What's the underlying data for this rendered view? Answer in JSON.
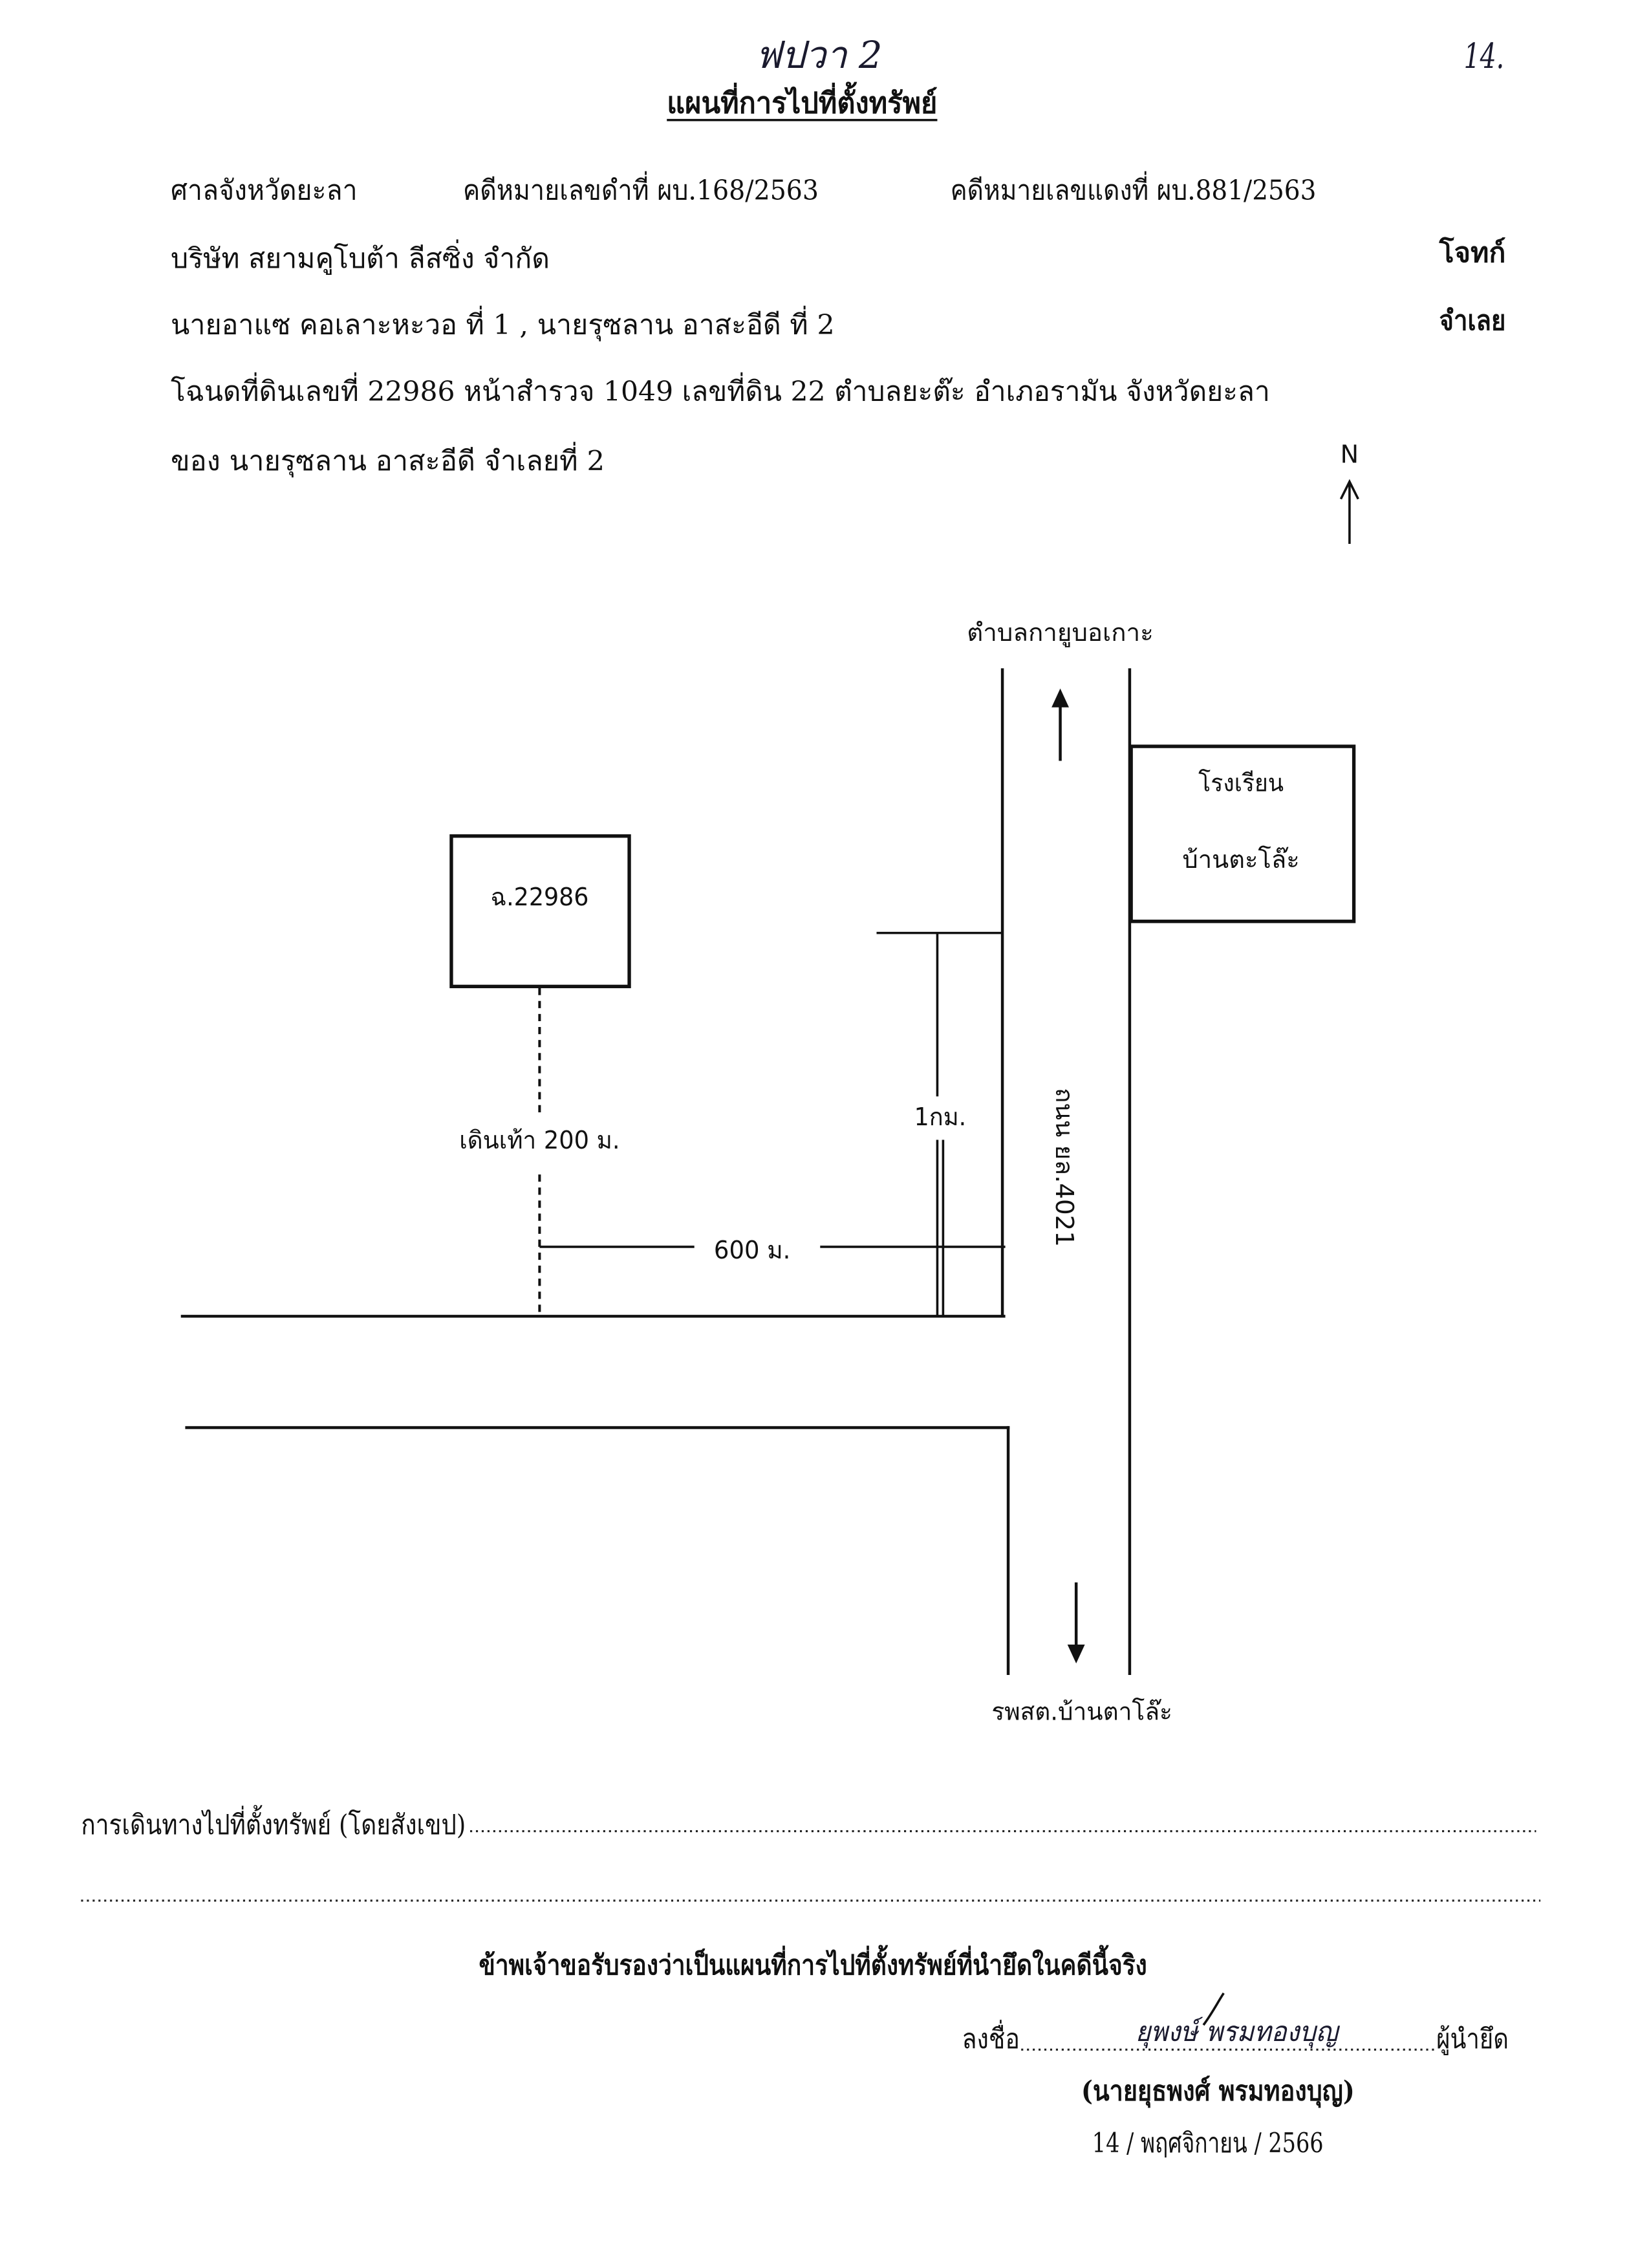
{
  "annotations": {
    "top_center": "ฟปวา 2",
    "top_right": "14."
  },
  "header": {
    "title": "แผนที่การไปที่ตั้งทรัพย์"
  },
  "case": {
    "court": "ศาลจังหวัดยะลา",
    "black_case_no": "คดีหมายเลขดำที่ ผบ.168/2563",
    "red_case_no": "คดีหมายเลขแดงที่ ผบ.881/2563",
    "plaintiff": "บริษัท สยามคูโบต้า ลีสซิ่ง จำกัด",
    "plaintiff_role": "โจทก์",
    "defendants": "นายอาแซ คอเลาะหะวอ ที่ 1 , นายรุซลาน อาสะอีดี ที่ 2",
    "defendant_role": "จำเลย",
    "deed": "โฉนดที่ดินเลขที่ 22986 หน้าสำรวจ 1049 เลขที่ดิน 22 ตำบลยะต๊ะ อำเภอรามัน จังหวัดยะลา",
    "owner": "ของ นายรุซลาน อาสะอีดี จำเลยที่ 2"
  },
  "map": {
    "north": "N",
    "to_north": "ตำบลกายูบอเกาะ",
    "to_south": "รพสต.บ้านตาโล๊ะ",
    "school_line1": "โรงเรียน",
    "school_line2": "บ้านตะโล๊ะ",
    "parcel": "ฉ.22986",
    "walk": "เดินเท้า 200 ม.",
    "distance_1km": "1กม.",
    "distance_600m": "600 ม.",
    "road": "ถนน ยล.4021"
  },
  "footer": {
    "route_label": "การเดินทางไปที่ตั้งทรัพย์ (โดยสังเขป)",
    "certify": "ข้าพเจ้าขอรับรองว่าเป็นแผนที่การไปที่ตั้งทรัพย์ที่นำยึดในคดีนี้จริง",
    "sign_label": "ลงชื่อ",
    "signature": "ยุพงษ์ พรมทองบุญ",
    "signer_role": "ผู้นำยึด",
    "signer_name": "(นายยุธพงศ์ พรมทองบุญ)",
    "date": "14 / พฤศจิกายน / 2566"
  }
}
